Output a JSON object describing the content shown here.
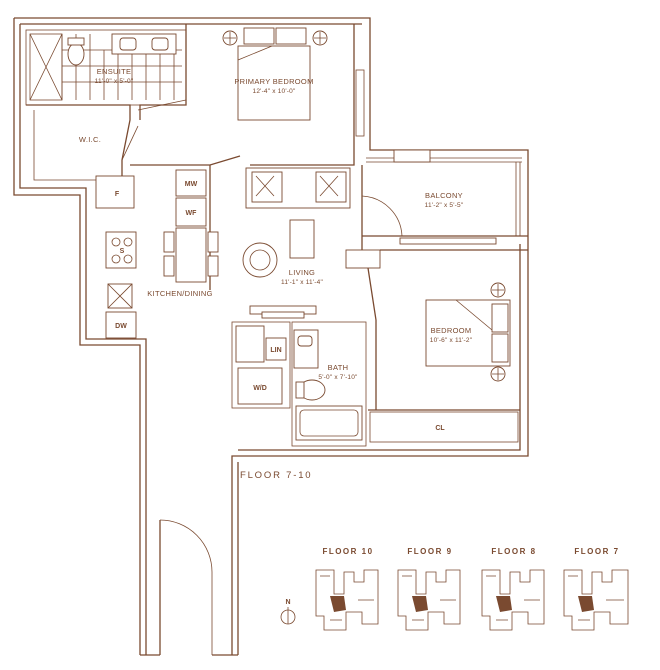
{
  "rooms": {
    "ensuite": {
      "name": "ENSUITE",
      "dims": "11'-0\" x 5'-0\""
    },
    "primary_bedroom": {
      "name": "PRIMARY BEDROOM",
      "dims": "12'-4\" x 10'-0\""
    },
    "wic": {
      "name": "W.I.C."
    },
    "balcony": {
      "name": "BALCONY",
      "dims": "11'-2\" x 5'-5\""
    },
    "living": {
      "name": "LIVING",
      "dims": "11'-1\" x 11'-4\""
    },
    "kitchen": {
      "name": "KITCHEN/DINING"
    },
    "bedroom": {
      "name": "BEDROOM",
      "dims": "10'-6\" x 11'-2\""
    },
    "bath": {
      "name": "BATH",
      "dims": "5'-0\" x 7'-10\""
    }
  },
  "fixtures": {
    "fridge": "F",
    "microwave": "MW",
    "wine_fridge": "WF",
    "stove": "S",
    "dishwasher": "DW",
    "linen": "LIN",
    "washer_dryer": "W/D",
    "closet": "CL"
  },
  "floor_label": "FLOOR 7-10",
  "keyplans": [
    {
      "label": "FLOOR 10"
    },
    {
      "label": "FLOOR 9"
    },
    {
      "label": "FLOOR 8"
    },
    {
      "label": "FLOOR 7"
    }
  ],
  "compass": {
    "label": "N"
  },
  "colors": {
    "line": "#7a4a30",
    "highlight": "#7a4a30",
    "background": "#ffffff"
  }
}
